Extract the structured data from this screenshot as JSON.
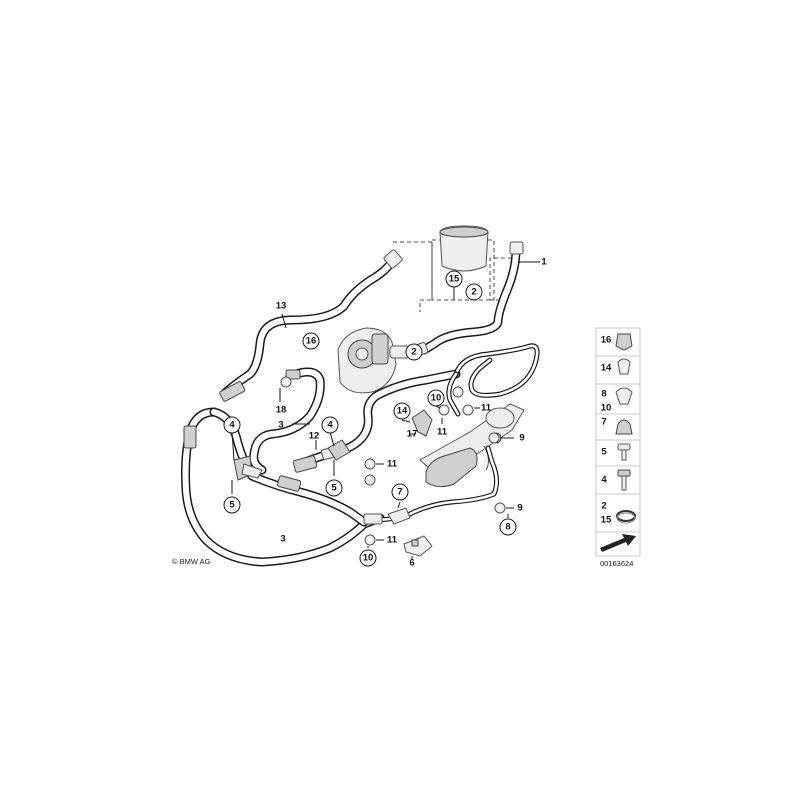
{
  "copyright": "© BMW AG",
  "image_number": "00163624",
  "callouts": {
    "c1": "1",
    "c2a": "2",
    "c2b": "2",
    "c3a": "3",
    "c3b": "3",
    "c4a": "4",
    "c4b": "4",
    "c5a": "5",
    "c5b": "5",
    "c6": "6",
    "c7": "7",
    "c8": "8",
    "c9a": "9",
    "c9b": "9",
    "c10a": "10",
    "c10b": "10",
    "c11a": "11",
    "c11b": "11",
    "c11c": "11",
    "c11d": "11",
    "c12": "12",
    "c13": "13",
    "c14": "14",
    "c15": "15",
    "c16": "16",
    "c17": "17",
    "c18": "18"
  },
  "legend": {
    "l16": "16",
    "l14": "14",
    "l8": "8",
    "l10": "10",
    "l7": "7",
    "l5": "5",
    "l4": "4",
    "l2": "2",
    "l15": "15"
  },
  "icons": {
    "clip": "clip-icon",
    "grommet": "grommet-icon",
    "cap": "cap-icon",
    "screw": "screw-icon",
    "bolt": "bolt-icon",
    "clamp": "hose-clamp-icon",
    "arrow": "direction-arrow-icon"
  }
}
